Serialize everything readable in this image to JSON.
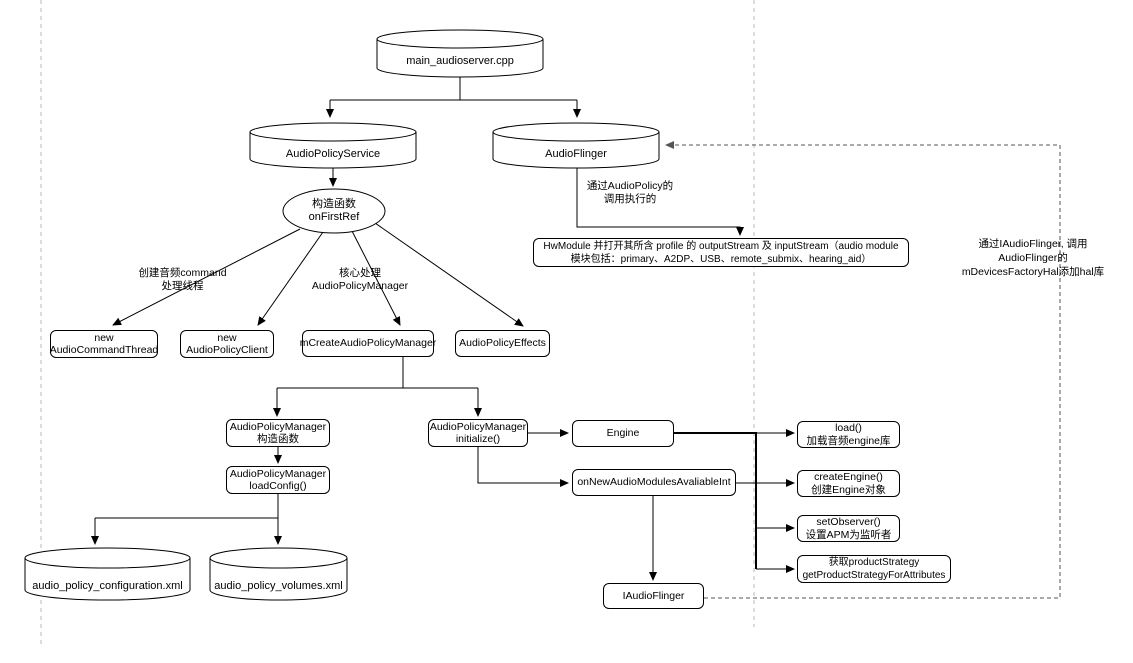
{
  "nodes": {
    "main_cylinder": {
      "label": "main_audioserver.cpp"
    },
    "audio_policy_service": {
      "label": "AudioPolicyService"
    },
    "audio_flinger": {
      "label": "AudioFlinger"
    },
    "on_first_ref": {
      "line1": "构造函数",
      "line2": "onFirstRef"
    },
    "audio_command_thread": {
      "line1": "new",
      "line2": "AudioCommandThread"
    },
    "audio_policy_client": {
      "line1": "new",
      "line2": "AudioPolicyClient"
    },
    "m_create_apm": {
      "label": "mCreateAudioPolicyManager"
    },
    "audio_policy_effects": {
      "label": "AudioPolicyEffects"
    },
    "apm_constructor": {
      "line1": "AudioPolicyManager",
      "line2": "构造函数"
    },
    "apm_load_config": {
      "line1": "AudioPolicyManager",
      "line2": "loadConfig()"
    },
    "apm_initialize": {
      "line1": "AudioPolicyManager",
      "line2": "initialize()"
    },
    "engine": {
      "label": "Engine"
    },
    "on_new_audio_modules": {
      "label": "onNewAudioModulesAvaliableInt"
    },
    "load": {
      "line1": "load()",
      "line2": "加载音频engine库"
    },
    "create_engine": {
      "line1": "createEngine()",
      "line2": "创建Engine对象"
    },
    "set_observer": {
      "line1": "setObserver()",
      "line2": "设置APM为监听者"
    },
    "get_product_strategy": {
      "line1": "获取productStrategy",
      "line2": "getProductStrategyForAttributes"
    },
    "i_audio_flinger": {
      "label": "IAudioFlinger"
    },
    "hw_module": {
      "line1": "HwModule 并打开其所含 profile 的 outputStream 及 inputStream（audio module",
      "line2": "模块包括：primary、A2DP、USB、remote_submix、hearing_aid）"
    },
    "config_xml": {
      "label": "audio_policy_configuration.xml"
    },
    "volumes_xml": {
      "label": "audio_policy_volumes.xml"
    }
  },
  "annotations": {
    "create_command_thread": {
      "line1": "创建音频command",
      "line2": "处理线程"
    },
    "core_processing": {
      "line1": "核心处理",
      "line2": "AudioPolicyManager"
    },
    "via_audio_policy": {
      "line1": "通过AudioPolicy的",
      "line2": "调用执行的"
    },
    "via_i_audio_flinger": {
      "line1": "通过IAudioFlinger, 调用",
      "line2": "AudioFlinger的",
      "line3": "mDevicesFactoryHal添加hal库"
    }
  },
  "colors": {
    "stroke": "#000000",
    "background": "#ffffff",
    "guide_line": "#bbbbbb",
    "dashed_connector": "#555555"
  }
}
